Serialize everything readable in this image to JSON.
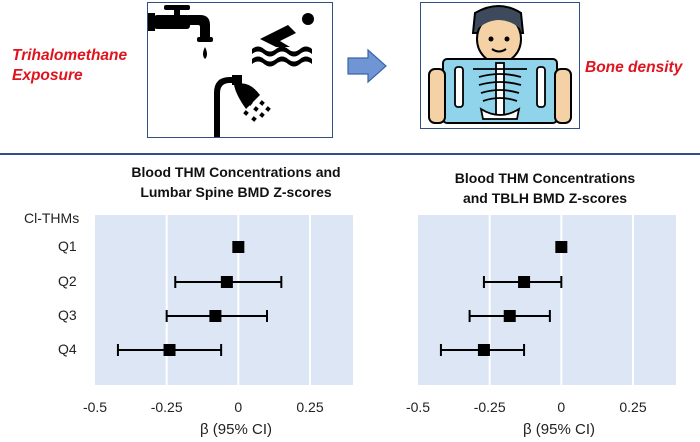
{
  "header": {
    "exposure_label_line1": "Trihalomethane",
    "exposure_label_line2": "Exposure",
    "outcome_label": "Bone density",
    "exposure_icons": [
      "faucet-icon",
      "swimmer-icon",
      "shower-icon"
    ],
    "outcome_icon": "xray-person-icon",
    "arrow_icon": "right-arrow-icon",
    "colors": {
      "label": "#e0141e",
      "box_border": "#2f4f86",
      "arrow": "#6f95d4",
      "panel_bg": "#dde6f4"
    }
  },
  "y_group_label": "Cl-THMs",
  "chart_data": [
    {
      "type": "scatter",
      "title_line1": "Blood THM Concentrations and",
      "title_line2": "Lumbar Spine BMD Z-scores",
      "xlabel": "β (95% CI)",
      "xlim": [
        -0.5,
        0.25
      ],
      "xticks": [
        "-0.5",
        "-0.25",
        "0",
        "0.25"
      ],
      "xtick_values": [
        -0.5,
        -0.25,
        0,
        0.25
      ],
      "categories": [
        "Q1",
        "Q2",
        "Q3",
        "Q4"
      ],
      "estimates": [
        0,
        -0.04,
        -0.08,
        -0.24
      ],
      "ci_low": [
        null,
        -0.22,
        -0.25,
        -0.42
      ],
      "ci_high": [
        null,
        0.15,
        0.1,
        -0.06
      ],
      "grid": true
    },
    {
      "type": "scatter",
      "title_line1": "Blood THM Concentrations",
      "title_line2": "and TBLH BMD Z-scores",
      "xlabel": "β (95% CI)",
      "xlim": [
        -0.5,
        0.25
      ],
      "xticks": [
        "-0.5",
        "-0.25",
        "0",
        "0.25"
      ],
      "xtick_values": [
        -0.5,
        -0.25,
        0,
        0.25
      ],
      "categories": [
        "Q1",
        "Q2",
        "Q3",
        "Q4"
      ],
      "estimates": [
        0,
        -0.13,
        -0.18,
        -0.27
      ],
      "ci_low": [
        null,
        -0.27,
        -0.32,
        -0.42
      ],
      "ci_high": [
        null,
        0,
        -0.04,
        -0.13
      ],
      "grid": true
    }
  ]
}
